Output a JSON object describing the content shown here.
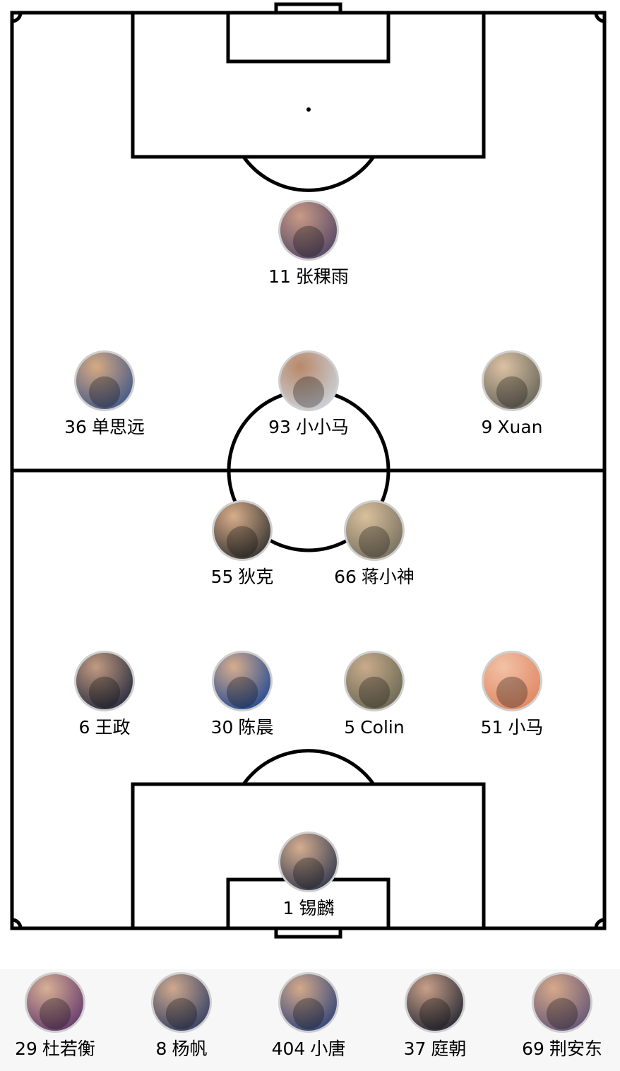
{
  "formation": {
    "starters": [
      {
        "id": "zhang-jiyu",
        "number": "11",
        "name": "张稞雨",
        "avatar_bg": "#5a4b68",
        "avatar_hi": "#c99a86"
      },
      {
        "id": "shan-siyuan",
        "number": "36",
        "name": "单思远",
        "avatar_bg": "#4a5c88",
        "avatar_hi": "#d6aa82"
      },
      {
        "id": "xiao-xiao-ma",
        "number": "93",
        "name": "小小马",
        "avatar_bg": "#c9cdd2",
        "avatar_hi": "#b9886a"
      },
      {
        "id": "xuan",
        "number": "9",
        "name": "Xuan",
        "avatar_bg": "#6d6a5d",
        "avatar_hi": "#dcc2a4"
      },
      {
        "id": "di-ke",
        "number": "55",
        "name": "狄克",
        "avatar_bg": "#3e3a36",
        "avatar_hi": "#d8ad8a"
      },
      {
        "id": "jiang-xiaoshen",
        "number": "66",
        "name": "蒋小神",
        "avatar_bg": "#7c7363",
        "avatar_hi": "#d9c09b"
      },
      {
        "id": "wang-zheng",
        "number": "6",
        "name": "王政",
        "avatar_bg": "#2f3244",
        "avatar_hi": "#c29a80"
      },
      {
        "id": "chen-chen",
        "number": "30",
        "name": "陈晨",
        "avatar_bg": "#2e4f93",
        "avatar_hi": "#d6ad8c"
      },
      {
        "id": "colin",
        "number": "5",
        "name": "Colin",
        "avatar_bg": "#6f6b57",
        "avatar_hi": "#c9ab8b"
      },
      {
        "id": "xiao-ma",
        "number": "51",
        "name": "小马",
        "avatar_bg": "#e08a66",
        "avatar_hi": "#f2c2a6"
      },
      {
        "id": "xi-lin",
        "number": "1",
        "name": "锡麟",
        "avatar_bg": "#3b4052",
        "avatar_hi": "#d5ad90"
      }
    ],
    "bench": [
      {
        "id": "du-ruoheng",
        "number": "29",
        "name": "杜若衡",
        "avatar_bg": "#6a3f6e",
        "avatar_hi": "#d7b094"
      },
      {
        "id": "yang-fan",
        "number": "8",
        "name": "杨帆",
        "avatar_bg": "#3c4667",
        "avatar_hi": "#cfa98d"
      },
      {
        "id": "xiao-tang",
        "number": "404",
        "name": "小唐",
        "avatar_bg": "#3a4a7a",
        "avatar_hi": "#d3a98b"
      },
      {
        "id": "ting-chao",
        "number": "37",
        "name": "庭朝",
        "avatar_bg": "#2f2f3a",
        "avatar_hi": "#c8a088"
      },
      {
        "id": "jing-andong",
        "number": "69",
        "name": "荆安东",
        "avatar_bg": "#6a5a78",
        "avatar_hi": "#d7a989"
      }
    ]
  },
  "icons": {
    "avatar_glyph": "person-silhouette-icon"
  }
}
